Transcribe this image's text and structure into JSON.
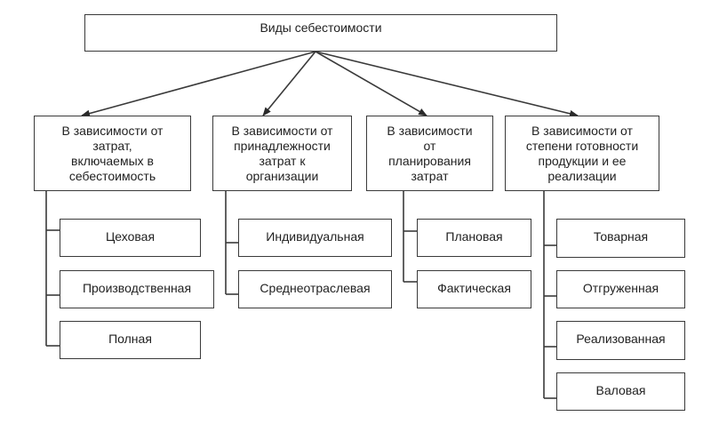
{
  "root": {
    "label": "Виды себестоимости"
  },
  "categories": [
    {
      "label": "В зависимости от затрат, включаемых в себестоимость",
      "lines": [
        "В зависимости от",
        "затрат,",
        "включаемых в",
        "себестоимость"
      ],
      "items": [
        "Цеховая",
        "Производственная",
        "Полная"
      ]
    },
    {
      "label": "В зависимости от принадлежности затрат к организации",
      "lines": [
        "В зависимости от",
        "принадлежности",
        "затрат к",
        "организации"
      ],
      "items": [
        "Индивидуальная",
        "Среднеотраслевая"
      ]
    },
    {
      "label": "В зависимости от планирования затрат",
      "lines": [
        "В зависимости",
        "от",
        "планирования",
        "затрат"
      ],
      "items": [
        "Плановая",
        "Фактическая"
      ]
    },
    {
      "label": "В зависимости от степени готовности продукции и ее реализации",
      "lines": [
        "В зависимости от",
        "степени готовности",
        "продукции и ее",
        "реализации"
      ],
      "items": [
        "Товарная",
        "Отгруженная",
        "Реализованная",
        "Валовая"
      ]
    }
  ],
  "colors": {
    "stroke": "#3a3a3a",
    "text": "#222222",
    "background": "#ffffff"
  }
}
